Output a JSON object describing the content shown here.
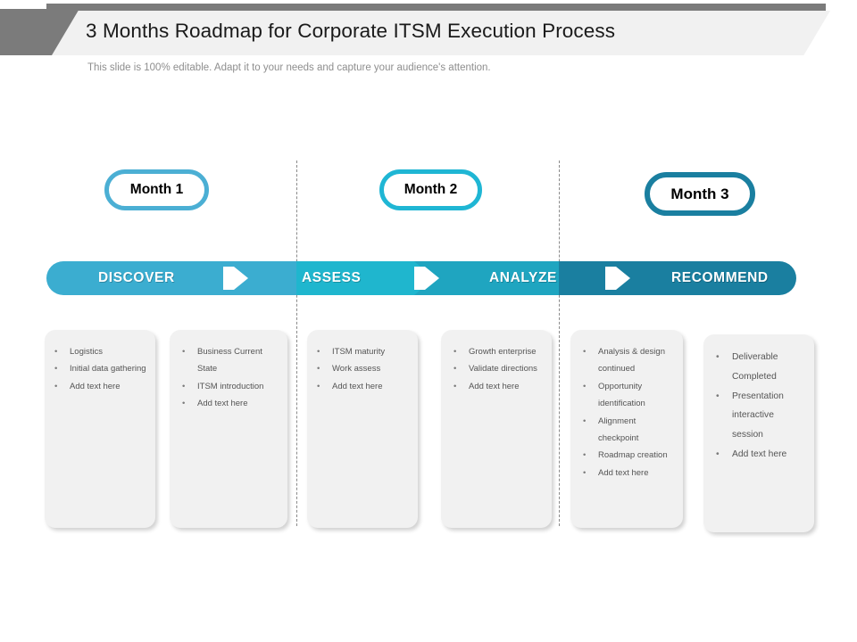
{
  "header": {
    "title": "3 Months Roadmap for Corporate ITSM Execution Process",
    "subtitle": "This slide is 100% editable. Adapt it to your needs and capture your audience's attention."
  },
  "months": [
    {
      "label": "Month 1",
      "color": "#4BAFD4"
    },
    {
      "label": "Month 2",
      "color": "#1FB6D4"
    },
    {
      "label": "Month 3",
      "color": "#1A7FA0"
    }
  ],
  "process_stages": [
    {
      "label": "DISCOVER",
      "color": "#3BADD0"
    },
    {
      "label": "ASSESS",
      "color": "#1FB6CE"
    },
    {
      "label": "ANALYZE",
      "color": "#1FA5C0"
    },
    {
      "label": "RECOMMEND",
      "color": "#1A7FA0"
    }
  ],
  "cards": [
    {
      "bullets": [
        "Logistics",
        "Initial data gathering",
        "Add text here"
      ]
    },
    {
      "bullets": [
        "Business Current State",
        "ITSM introduction",
        "Add text here"
      ]
    },
    {
      "bullets": [
        "ITSM maturity",
        "Work assess",
        "Add text here"
      ]
    },
    {
      "bullets": [
        "Growth enterprise",
        "Validate directions",
        "Add text here"
      ]
    },
    {
      "bullets": [
        "Analysis & design continued",
        "Opportunity identification",
        "Alignment checkpoint",
        "Roadmap creation",
        "Add text here"
      ]
    },
    {
      "bullets": [
        "Deliverable Completed",
        "Presentation interactive session",
        "Add text here"
      ]
    }
  ],
  "bullet_glyph": "•"
}
